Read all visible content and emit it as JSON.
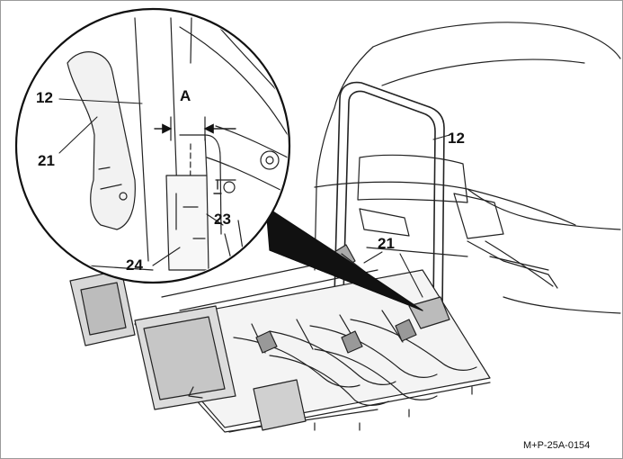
{
  "figure": {
    "labels": {
      "a": "A",
      "n12_inset": "12",
      "n21_inset": "21",
      "n23": "23",
      "n24": "24",
      "n12_main": "12",
      "n21_main": "21"
    },
    "reference_code": "M+P-25A-0154"
  },
  "colors": {
    "line": "#222222",
    "panel_fill": "#e6e6e6",
    "background": "#ffffff"
  }
}
